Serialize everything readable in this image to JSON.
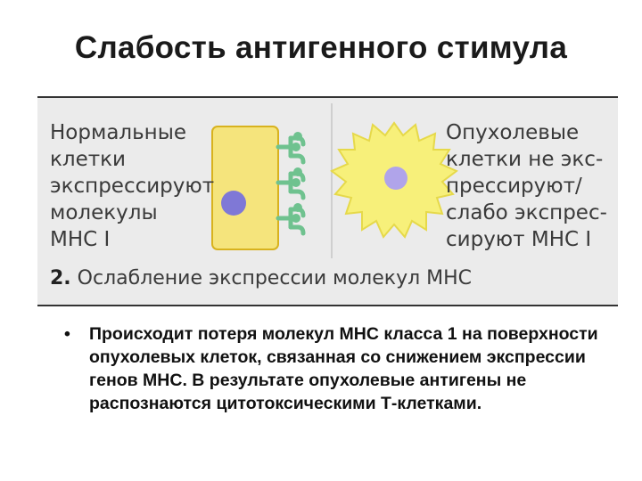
{
  "slide": {
    "title": "Слабость антигенного стимула"
  },
  "figure": {
    "left_label": "Нормальные\nклетки\nэкспрессируют\nмолекулы\nМНС I",
    "right_label": "Опухолевые\nклетки не экс-\nпрессируют/\nслабо экспрес-\nсируют МНС I",
    "caption_number": "2.",
    "caption_text": "Ослабление экспрессии молекул МНС",
    "colors": {
      "normal_cell": "#f5e47c",
      "cell_outline": "#d8b21e",
      "nucleus": "#7f78d6",
      "mhc_molecule": "#6fc28f",
      "tumor_cell": "#f7f07a",
      "tumor_nucleus": "#b0a4ea",
      "panel_bg": "#ebebeb"
    }
  },
  "bullet": {
    "symbol": "•",
    "text": "Происходит потеря молекул МНС класса 1 на поверхности опухолевых клеток, связанная со снижением экспрессии генов МНС. В результате опухолевые антигены не распознаются цитотоксическими Т-клетками."
  }
}
